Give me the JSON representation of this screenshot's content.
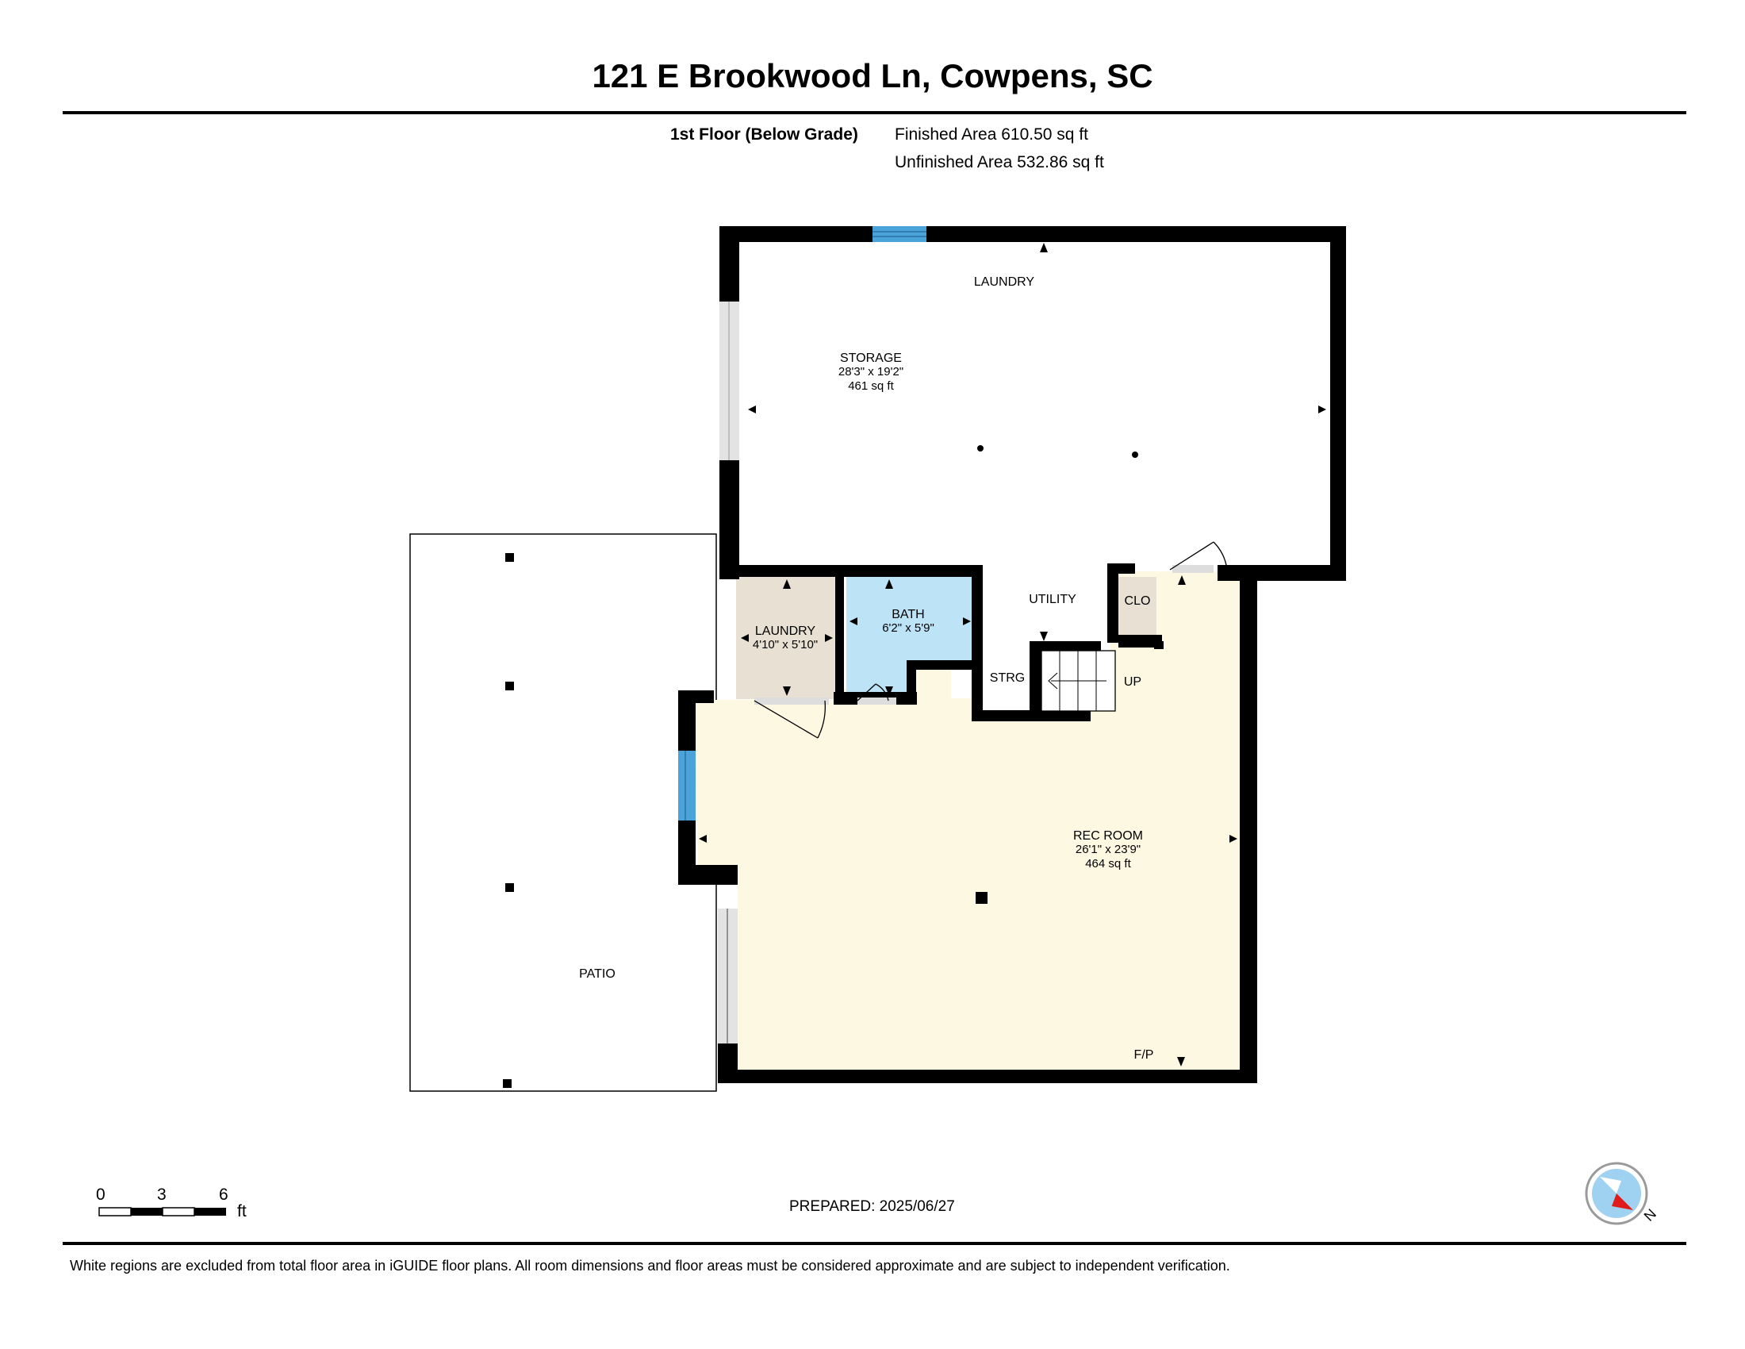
{
  "header": {
    "title": "121 E Brookwood Ln, Cowpens, SC",
    "floor_name": "1st Floor (Below Grade)",
    "finished_area": "Finished Area 610.50 sq ft",
    "unfinished_area": "Unfinished Area 532.86 sq ft"
  },
  "rooms": {
    "storage": {
      "name": "STORAGE",
      "dims": "28'3\" x 19'2\"",
      "area": "461 sq ft"
    },
    "laundry_area": {
      "name": "LAUNDRY"
    },
    "laundry": {
      "name": "LAUNDRY",
      "dims": "4'10\" x 5'10\""
    },
    "bath": {
      "name": "BATH",
      "dims": "6'2\" x 5'9\""
    },
    "utility": {
      "name": "UTILITY"
    },
    "closet": {
      "name": "CLO"
    },
    "strg": {
      "name": "STRG"
    },
    "stairs": {
      "label": "UP"
    },
    "rec_room": {
      "name": "REC ROOM",
      "dims": "26'1\" x 23'9\"",
      "area": "464 sq ft"
    },
    "fireplace": {
      "label": "F/P"
    },
    "patio": {
      "name": "PATIO"
    }
  },
  "colors": {
    "wall": "#000000",
    "rec_room_fill": "#fdf8e2",
    "bath_fill": "#bde3f7",
    "laundry_fill": "#e8e0d2",
    "window": "#4aa3d9",
    "door_opening": "#dddddd"
  },
  "scale": {
    "ticks": [
      "0",
      "3",
      "6"
    ],
    "unit": "ft"
  },
  "footer": {
    "prepared": "PREPARED: 2025/06/27",
    "disclaimer": "White regions are excluded from total floor area in iGUIDE floor plans. All room dimensions and floor areas must be considered approximate and are subject to independent verification.",
    "compass_label": "N"
  }
}
